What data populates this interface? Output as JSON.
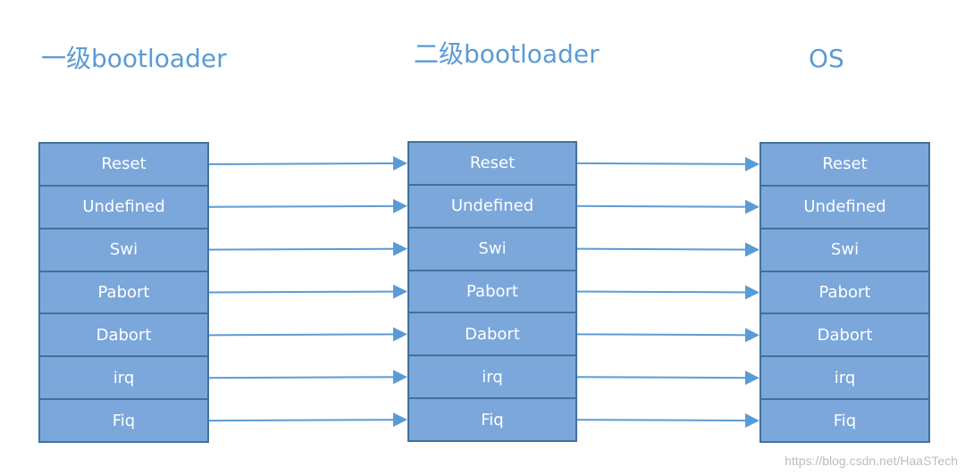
{
  "columns": [
    {
      "title": "一级bootloader",
      "rows": [
        "Reset",
        "Undefined",
        "Swi",
        "Pabort",
        "Dabort",
        "irq",
        "Fiq"
      ]
    },
    {
      "title": "二级bootloader",
      "rows": [
        "Reset",
        "Undefined",
        "Swi",
        "Pabort",
        "Dabort",
        "irq",
        "Fiq"
      ]
    },
    {
      "title": "OS",
      "rows": [
        "Reset",
        "Undefined",
        "Swi",
        "Pabort",
        "Dabort",
        "irq",
        "Fiq"
      ]
    }
  ],
  "colors": {
    "title": "#5b9bd5",
    "cell_fill": "#7ba7db",
    "cell_border": "#41719c",
    "arrow": "#5b9bd5",
    "cell_text": "#ffffff"
  },
  "watermark": "https://blog.csdn.net/HaaSTech"
}
